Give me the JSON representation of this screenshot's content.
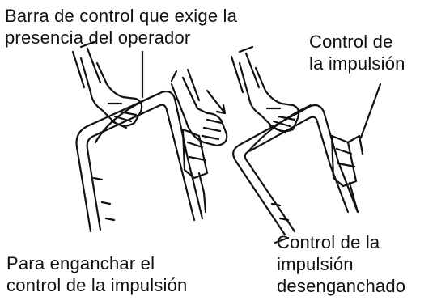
{
  "labels": {
    "operator_presence_bar": [
      "Barra de control que exige la",
      "presencia del operador"
    ],
    "drive_control": [
      "Control de",
      "la impulsión"
    ],
    "engage_drive": [
      "Para enganchar el",
      "control de la impulsión"
    ],
    "drive_disengaged": [
      "Control de la",
      "impulsión",
      "desenganchado"
    ]
  },
  "colors": {
    "ink": "#111111",
    "background": "#ffffff"
  }
}
